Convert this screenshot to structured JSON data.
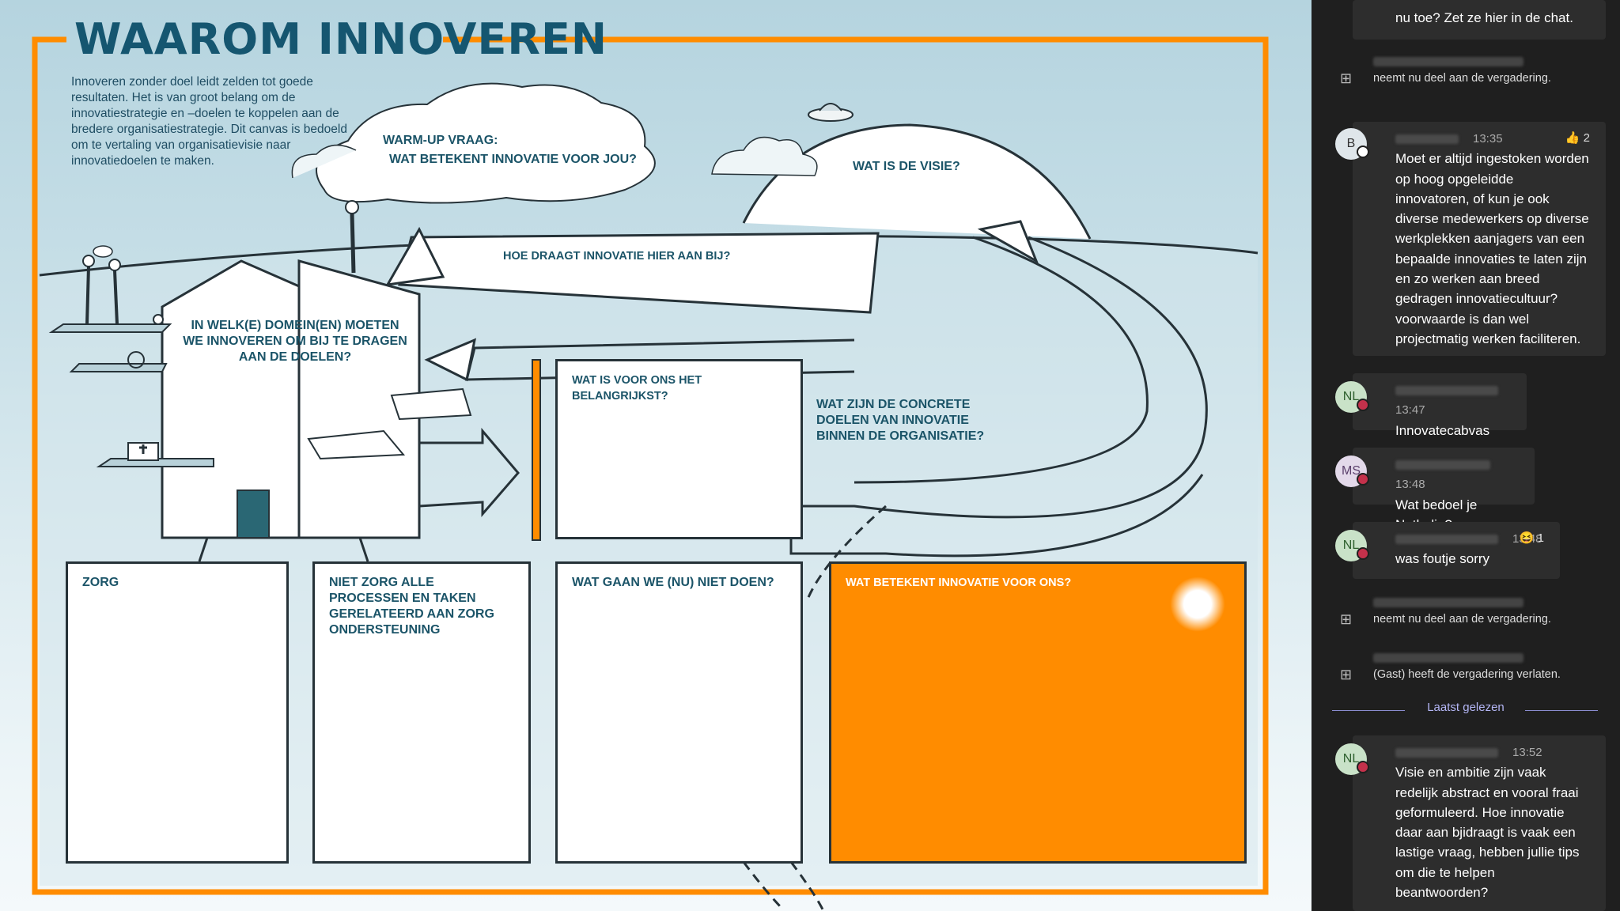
{
  "canvas": {
    "title": "WAAROM INNOVEREN",
    "intro": "Innoveren zonder doel leidt zelden tot goede resultaten. Het is van groot belang om de innovatiestrategie en –doelen te koppelen aan de bredere organisatiestrategie. Dit canvas is bedoeld om te vertaling van organisatievisie naar innovatiedoelen te maken.",
    "warmup_line1": "WARM-UP VRAAG:",
    "warmup_line2": "WAT BETEKENT INNOVATIE VOOR JOU?",
    "visie": "WAT IS DE VISIE?",
    "hoe_draagt": "HOE DRAAGT INNOVATIE HIER AAN BIJ?",
    "domeinen": "IN WELK(E) DOMEIN(EN) MOETEN WE INNOVEREN OM BIJ TE DRAGEN AAN DE DOELEN?",
    "belangrijkst": "WAT IS VOOR ONS HET BELANGRIJKST?",
    "concrete_doelen": "WAT ZIJN DE CONCRETE DOELEN VAN INNOVATIE BINNEN DE ORGANISATIE?",
    "zorg": "ZORG",
    "niet_zorg": "NIET ZORG ALLE PROCESSEN EN TAKEN GERELATEERD AAN ZORG ONDERSTEUNING",
    "niet_doen": "WAT GAAN WE (NU) NIET DOEN?",
    "betekent_ons": "WAT BETEKENT INNOVATIE VOOR ONS?",
    "colors": {
      "orange": "#ff8c00",
      "teal": "#1b5468",
      "sky": "#c9e0e8"
    }
  },
  "chat": {
    "top_message": "nu toe? Zet ze hier in de chat.",
    "system1": "neemt nu deel aan de vergadering.",
    "msg1": {
      "avatar": "B",
      "time": "13:35",
      "reaction": "2",
      "reaction_icon": "thumbs-up-icon",
      "text": "Moet er altijd ingestoken worden op hoog opgeleidde innovatoren, of kun je ook diverse medewerkers op diverse werkplekken aanjagers van een bepaalde innovaties te laten zijn en zo werken aan breed gedragen innovatiecultuur? voorwaarde is dan wel projectmatig werken faciliteren."
    },
    "msg2": {
      "avatar": "NL",
      "time": "13:47",
      "text": "Innovatecabvas"
    },
    "msg3": {
      "avatar": "MS",
      "time": "13:48",
      "text": "Wat bedoel je Nathalie?"
    },
    "msg4": {
      "avatar": "NL",
      "time": "13:48",
      "reaction": "1",
      "reaction_icon": "laugh-icon",
      "text": "was foutje sorry"
    },
    "system2": "neemt nu deel aan de vergadering.",
    "system3": "(Gast) heeft de vergadering verlaten.",
    "last_read": "Laatst gelezen",
    "msg5": {
      "avatar": "NL",
      "time": "13:52",
      "text": "Visie en ambitie zijn vaak redelijk abstract en vooral fraai geformuleerd. Hoe innovatie daar aan bjidraagt is vaak een lastige vraag, hebben jullie tips om die te helpen beantwoorden?"
    },
    "colors": {
      "bg": "#1f1f1f",
      "bubble": "#2d2d2d",
      "accent": "#b4b6f5",
      "busy": "#c4314b"
    }
  }
}
